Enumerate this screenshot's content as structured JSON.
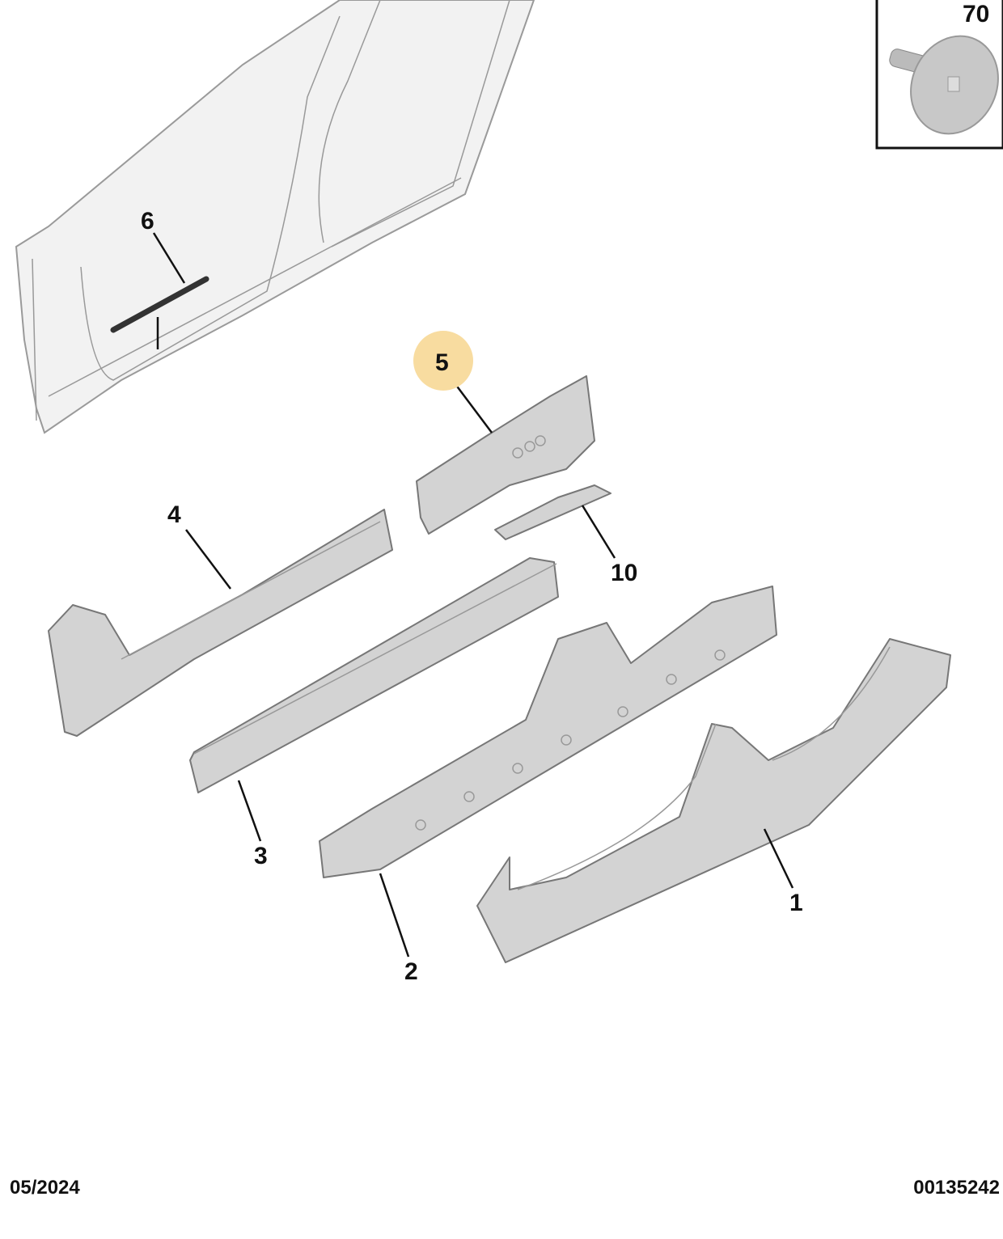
{
  "diagram": {
    "callouts": [
      {
        "id": "1",
        "label": "1"
      },
      {
        "id": "2",
        "label": "2"
      },
      {
        "id": "3",
        "label": "3"
      },
      {
        "id": "4",
        "label": "4"
      },
      {
        "id": "5",
        "label": "5",
        "highlighted": true
      },
      {
        "id": "6",
        "label": "6"
      },
      {
        "id": "10",
        "label": "10"
      }
    ],
    "inset": {
      "label": "70"
    },
    "highlight_color": "#f8dca0",
    "footer": {
      "date": "05/2024",
      "reference": "00135242"
    }
  }
}
